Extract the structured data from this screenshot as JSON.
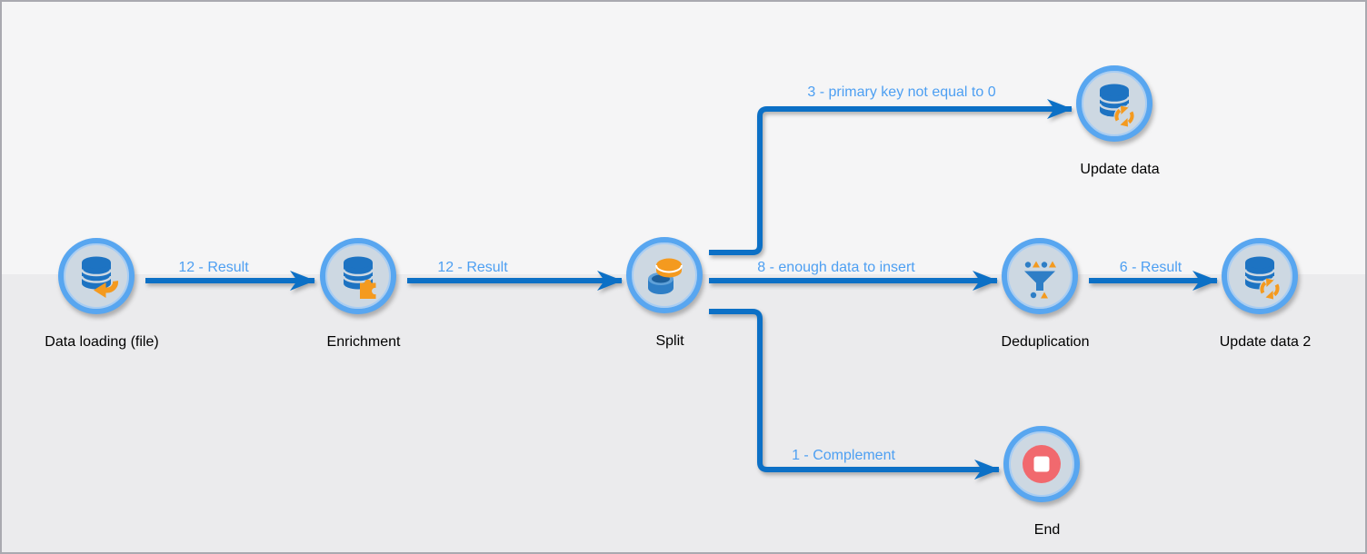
{
  "workflow": {
    "nodes": [
      {
        "label": "Data loading (file)",
        "icon": "database-load-icon"
      },
      {
        "label": "Enrichment",
        "icon": "database-enrichment-icon"
      },
      {
        "label": "Split",
        "icon": "split-icon"
      },
      {
        "label": "Update data",
        "icon": "database-update-icon"
      },
      {
        "label": "Deduplication",
        "icon": "deduplication-funnel-icon"
      },
      {
        "label": "Update data 2",
        "icon": "database-update-icon"
      },
      {
        "label": "End",
        "icon": "stop-icon"
      }
    ],
    "edges": [
      {
        "label": "12 - Result",
        "from": "Data loading (file)",
        "to": "Enrichment"
      },
      {
        "label": "12 - Result",
        "from": "Enrichment",
        "to": "Split"
      },
      {
        "label": "3 - primary key not equal to 0",
        "from": "Split",
        "to": "Update data"
      },
      {
        "label": "8 - enough data to insert",
        "from": "Split",
        "to": "Deduplication"
      },
      {
        "label": "6 - Result",
        "from": "Deduplication",
        "to": "Update data 2"
      },
      {
        "label": "1 - Complement",
        "from": "Split",
        "to": "End"
      }
    ],
    "colors": {
      "node_ring": "#58a6f0",
      "node_fill": "#cdd8e2",
      "edge_line": "#0c70c6",
      "edge_label_text": "#4d9ff2",
      "icon_blue": "#1d73c2",
      "icon_orange": "#f49a1f",
      "stop_red": "#f1696e",
      "background_top": "#f5f5f6",
      "background_bottom": "#ebebed",
      "canvas_border": "#a9a9b0",
      "node_label_text": "#000000"
    }
  }
}
